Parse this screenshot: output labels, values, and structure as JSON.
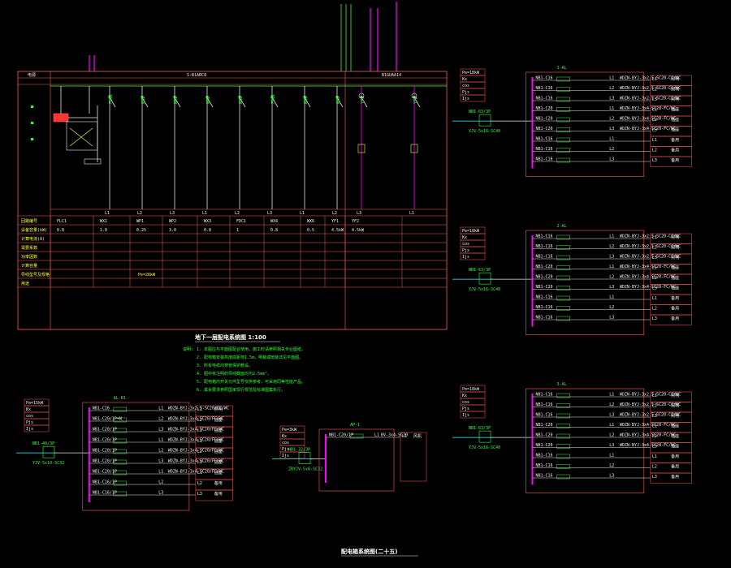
{
  "colors": {
    "background": "#000000",
    "frame": "#ff5a5a",
    "bus": "#ff00ff",
    "wire_green": "#33ff33",
    "wire_white": "#e8e8e8",
    "wire_yellow": "#ffff33",
    "wire_cyan": "#33ffff",
    "breaker_red": "#ff3333"
  },
  "main_panel": {
    "title": "地下一层配电系统图 1:100",
    "header_left": "S-B1ARC8",
    "header_right": "B1GUAA14",
    "feeder_phases": [
      "L1",
      "L2",
      "L3",
      "L1",
      "L2",
      "L3",
      "L1",
      "L2",
      "L3",
      "L1",
      "L2"
    ],
    "feeder_ids": [
      "FLC1",
      "WX1",
      "WP1",
      "WP2",
      "WX3",
      "FDC1",
      "WX4",
      "WX6",
      "YF1",
      "YF2"
    ],
    "power_values": [
      "0.8",
      "1.0",
      "0.25",
      "3.0",
      "0.8",
      "1",
      "0.8",
      "0.5",
      "4.5kW",
      "4.5kW"
    ],
    "row_labels": [
      "回路编号",
      "设备容量(kW)",
      "计算电流(A)",
      "需要系数",
      "功率因数",
      "计算容量",
      "导线型号及规格",
      "用途"
    ],
    "total_label": "Pe=26kW",
    "notes_heading": "说明:",
    "notes": [
      "1. 本图应与平面图配合使用，施工时请参照相关专业图纸。",
      "2. 配电箱安装高度底距地1.5m，明装或暗装详见平面图。",
      "3. 所有电缆均穿管保护敷设。",
      "4. 图中未注明的导线截面均为2.5mm²。",
      "5. 配电箱内开关元件型号仅供参考，可采用同等性能产品。",
      "6. 其余要求参照国家现行规范及标准图集执行。"
    ]
  },
  "boxes": [
    {
      "id": "box1",
      "tag": "1-AL",
      "supply_cable": "YJV-5x16-SC40",
      "incoming_breaker": "NB1-63/3P",
      "info": [
        "Pe=18kW",
        "Kx",
        "cos",
        "Pjs",
        "Ijs"
      ],
      "circuits": [
        {
          "phase": "L1",
          "breaker": "NB1-C16",
          "cable": "WDZN-BYJ-3x2.5-SC20-CC/WC",
          "use": "照明"
        },
        {
          "phase": "L2",
          "breaker": "NB1-C16",
          "cable": "WDZN-BYJ-3x2.5-SC20-CC/WC",
          "use": "照明"
        },
        {
          "phase": "L3",
          "breaker": "NB1-C16",
          "cable": "WDZN-BYJ-3x2.5-SC20-CC/WC",
          "use": "照明"
        },
        {
          "phase": "L1",
          "breaker": "NB1-C20",
          "cable": "WDZN-BYJ-3x4-SC20-FC/WC",
          "use": "插座"
        },
        {
          "phase": "L2",
          "breaker": "NB1-C20",
          "cable": "WDZN-BYJ-3x4-SC20-FC/WC",
          "use": "插座"
        },
        {
          "phase": "L3",
          "breaker": "NB1-C20",
          "cable": "WDZN-BYJ-3x4-SC20-FC/WC",
          "use": "插座"
        },
        {
          "phase": "L1",
          "breaker": "NB1-C16",
          "cable": "",
          "use": "备用"
        },
        {
          "phase": "L2",
          "breaker": "NB1-C16",
          "cable": "",
          "use": "备用"
        },
        {
          "phase": "L3",
          "breaker": "NB1-C16",
          "cable": "",
          "use": "备用"
        }
      ]
    },
    {
      "id": "box2",
      "tag": "2-AL",
      "supply_cable": "YJV-5x16-SC40",
      "incoming_breaker": "NB1-63/3P",
      "info": [
        "Pe=18kW",
        "Kx",
        "cos",
        "Pjs",
        "Ijs"
      ],
      "circuits": [
        {
          "phase": "L1",
          "breaker": "NB1-C16",
          "cable": "WDZN-BYJ-3x2.5-SC20-CC/WC",
          "use": "照明"
        },
        {
          "phase": "L2",
          "breaker": "NB1-C16",
          "cable": "WDZN-BYJ-3x2.5-SC20-CC/WC",
          "use": "照明"
        },
        {
          "phase": "L3",
          "breaker": "NB1-C16",
          "cable": "WDZN-BYJ-3x2.5-SC20-CC/WC",
          "use": "照明"
        },
        {
          "phase": "L1",
          "breaker": "NB1-C20",
          "cable": "WDZN-BYJ-3x4-SC20-FC/WC",
          "use": "插座"
        },
        {
          "phase": "L2",
          "breaker": "NB1-C20",
          "cable": "WDZN-BYJ-3x4-SC20-FC/WC",
          "use": "插座"
        },
        {
          "phase": "L3",
          "breaker": "NB1-C20",
          "cable": "WDZN-BYJ-3x4-SC20-FC/WC",
          "use": "插座"
        },
        {
          "phase": "L1",
          "breaker": "NB1-C16",
          "cable": "",
          "use": "备用"
        },
        {
          "phase": "L2",
          "breaker": "NB1-C16",
          "cable": "",
          "use": "备用"
        },
        {
          "phase": "L3",
          "breaker": "NB1-C16",
          "cable": "",
          "use": "备用"
        }
      ]
    },
    {
      "id": "box3",
      "tag": "3-AL",
      "supply_cable": "YJV-5x16-SC40",
      "incoming_breaker": "NB1-63/3P",
      "info": [
        "Pe=18kW",
        "Kx",
        "cos",
        "Pjs",
        "Ijs"
      ],
      "circuits": [
        {
          "phase": "L1",
          "breaker": "NB1-C16",
          "cable": "WDZN-BYJ-3x2.5-SC20-CC/WC",
          "use": "照明"
        },
        {
          "phase": "L2",
          "breaker": "NB1-C16",
          "cable": "WDZN-BYJ-3x2.5-SC20-CC/WC",
          "use": "照明"
        },
        {
          "phase": "L3",
          "breaker": "NB1-C16",
          "cable": "WDZN-BYJ-3x2.5-SC20-CC/WC",
          "use": "照明"
        },
        {
          "phase": "L1",
          "breaker": "NB1-C20",
          "cable": "WDZN-BYJ-3x4-SC20-FC/WC",
          "use": "插座"
        },
        {
          "phase": "L2",
          "breaker": "NB1-C20",
          "cable": "WDZN-BYJ-3x4-SC20-FC/WC",
          "use": "插座"
        },
        {
          "phase": "L3",
          "breaker": "NB1-C20",
          "cable": "WDZN-BYJ-3x4-SC20-FC/WC",
          "use": "插座"
        },
        {
          "phase": "L1",
          "breaker": "NB1-C16",
          "cable": "",
          "use": "备用"
        },
        {
          "phase": "L2",
          "breaker": "NB1-C16",
          "cable": "",
          "use": "备用"
        },
        {
          "phase": "L3",
          "breaker": "NB1-C16",
          "cable": "",
          "use": "备用"
        }
      ]
    },
    {
      "id": "box4",
      "tag": "AL-B1",
      "supply_cable": "YJV-5x10-SC32",
      "incoming_breaker": "NB1-40/3P",
      "info": [
        "Pe=15kW",
        "Kx",
        "cos",
        "Pjs",
        "Ijs"
      ],
      "circuits": [
        {
          "phase": "L1",
          "breaker": "NB1-C16",
          "cable": "WDZN-BYJ-3x2.5-SC20/CC/WC",
          "use": "照明"
        },
        {
          "phase": "L2",
          "breaker": "NB1-C20/1P+N",
          "cable": "WDZN-BYJ-3x4-SC20/FC/WC",
          "use": "插座"
        },
        {
          "phase": "L3",
          "breaker": "NB1-C20/1P",
          "cable": "WDZN-BYJ-3x4-SC20/FC/WC",
          "use": "插座"
        },
        {
          "phase": "L1",
          "breaker": "NB1-C20/1P",
          "cable": "WDZN-BYJ-3x4-SC20/FC/WC",
          "use": "插座"
        },
        {
          "phase": "L2",
          "breaker": "NB1-C20/1P",
          "cable": "WDZN-BYJ-3x4-SC20/FC/WC",
          "use": "插座"
        },
        {
          "phase": "L3",
          "breaker": "NB1-C20/1P",
          "cable": "WDZN-BYJ-3x4-SC20/FC/WC",
          "use": "插座"
        },
        {
          "phase": "L1",
          "breaker": "NB1-C20/1P",
          "cable": "WDZN-BYJ-3x4-SC20/FC/WC",
          "use": "插座"
        },
        {
          "phase": "L2",
          "breaker": "NB1-C16/1P",
          "cable": "",
          "use": "备用"
        },
        {
          "phase": "L3",
          "breaker": "NB1-C16/1P",
          "cable": "",
          "use": "备用"
        }
      ]
    },
    {
      "id": "box5",
      "tag": "AP-1",
      "supply_cable": "ZRYJV-5x6-SC32",
      "incoming_breaker": "NB1-32/3P",
      "info": [
        "Pe=3kW",
        "Kx",
        "cos",
        "Pjs",
        "Ijs"
      ],
      "circuits": [
        {
          "phase": "L1",
          "breaker": "NB1-C20/1P",
          "cable": "BV-3x4-SC20",
          "use": "风机"
        }
      ]
    }
  ],
  "drawing_title": "配电箱系统图(二十五)"
}
